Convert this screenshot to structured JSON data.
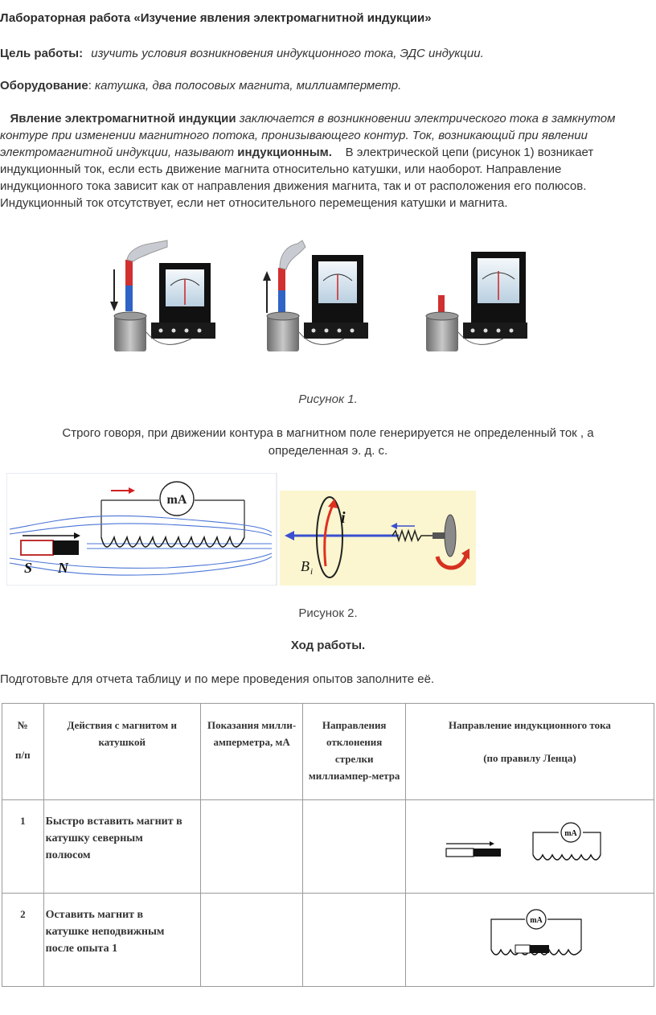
{
  "title": "Лабораторная работа «Изучение явления электромагнитной индукции»",
  "goal": {
    "label": "Цель работы:",
    "text": "изучить условия возникновения индукционного тока, ЭДС индукции."
  },
  "equipment": {
    "label": "Оборудование",
    "sep": ":",
    "text": "катушка, два полосовых магнита, миллиамперметр."
  },
  "intro": {
    "l1_b": "Явление электромагнитной индукции",
    "l1_i": "заключается в возникновении электрического тока в замкнутом",
    "l2_i": "контуре при изменении магнитного потока, пронизывающего контур.   Ток, возникающий при явлении",
    "l3_i": "электромагнитной индукции, называют",
    "l3_b": "индукционным.",
    "l3_t": "В электрической цепи (рисунок 1) возникает",
    "l4": "индукционный ток, если есть движение магнита относительно катушки, или наоборот. Направление",
    "l5": "индукционного тока зависит как от направления движения магнита, так и от расположения его полюсов.",
    "l6": "Индукционный ток отсутствует, если нет относительного перемещения катушки и магнита."
  },
  "figure1_caption": "Рисунок 1.",
  "strictly": {
    "l1": "Строго говоря, при движении контура в магнитном поле генерируется не определенный ток , а",
    "l2": "определенная э. д. с."
  },
  "figure2": {
    "meter_label": "mA",
    "pole_s": "S",
    "pole_n": "N",
    "current_label": "i",
    "field_label": "B",
    "field_sub": "i",
    "caption": "Рисунок 2."
  },
  "procedure_title": "Ход работы.",
  "prepare_text": "Подготовьте для отчета таблицу и по мере проведения опытов заполните её.",
  "table": {
    "headers": {
      "num_1": "№",
      "num_2": "п/п",
      "actions_1": "Действия с магнитом и",
      "actions_2": "катушкой",
      "readings_1": "Показания милли-",
      "readings_2": "амперметра, мА",
      "deflect_1": "Направления",
      "deflect_2": "отклонения",
      "deflect_3": "стрелки",
      "deflect_4": "миллиампер-метра",
      "current_1": "Направление индукционного тока",
      "current_2": "(по правилу Ленца)"
    },
    "rows": [
      {
        "num": "1",
        "a1": "Быстро вставить магнит в",
        "a2": "катушку северным",
        "a3": "полюсом",
        "meter": "mA"
      },
      {
        "num": "2",
        "a1": "Оставить магнит в",
        "a2": "катушке неподвижным",
        "a3": "после опыта  1",
        "meter": "mA"
      }
    ]
  }
}
